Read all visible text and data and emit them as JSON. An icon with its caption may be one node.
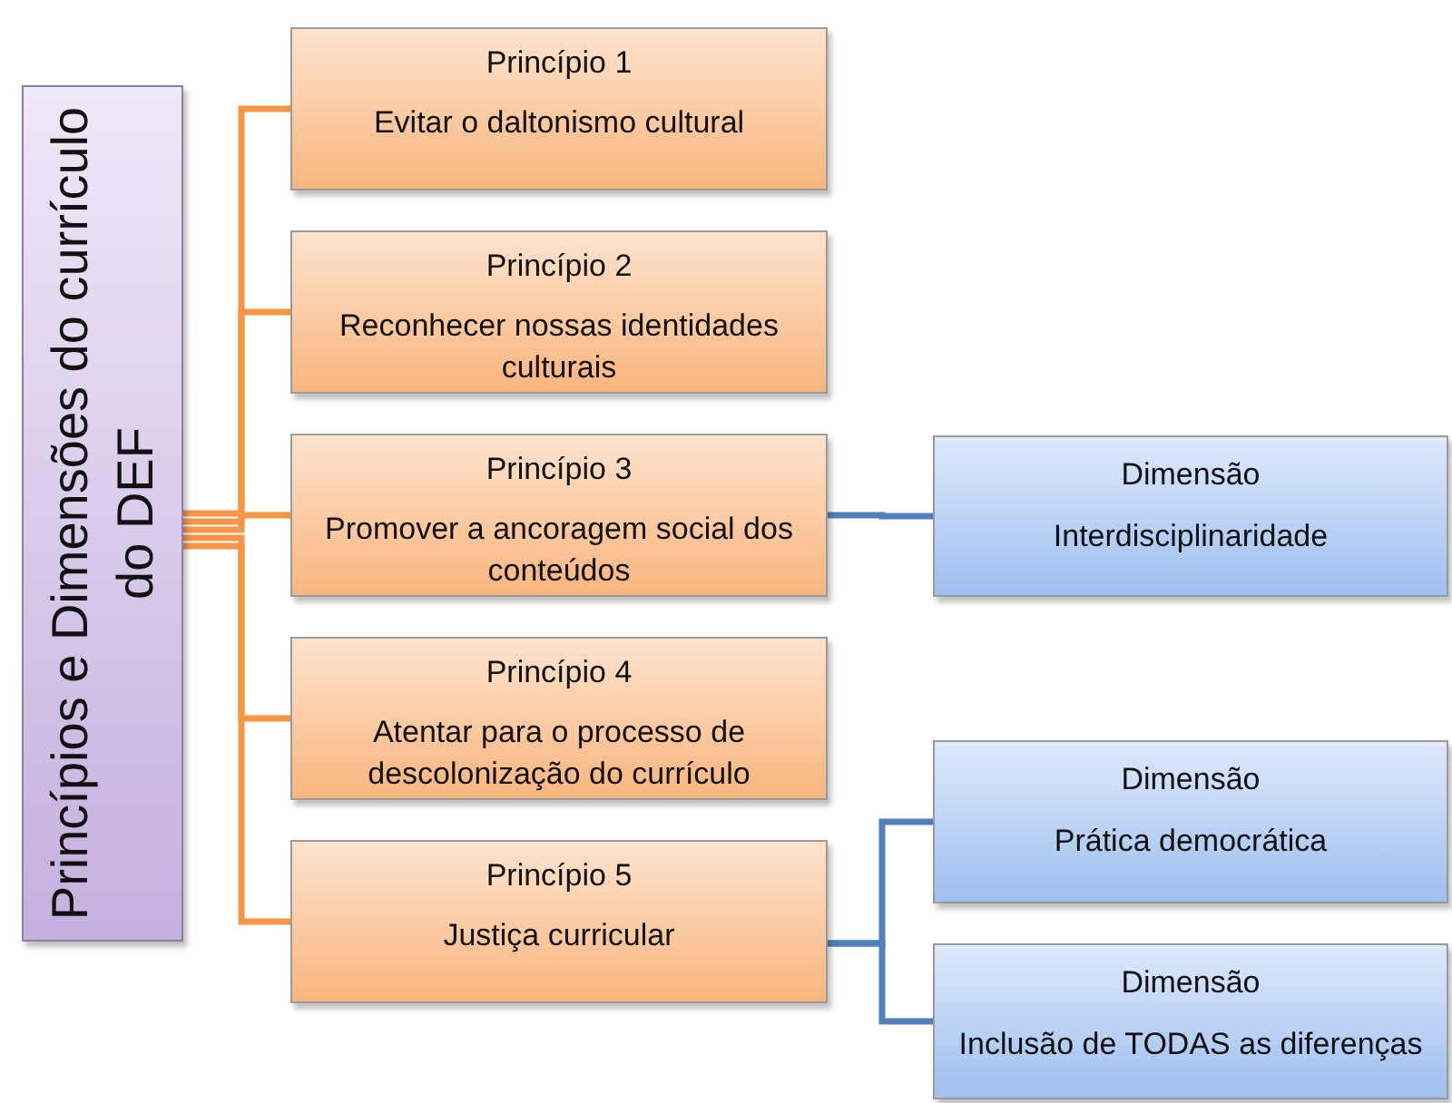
{
  "diagram": {
    "nodes": [
      {
        "text": [
          "Princípios e Dimensões do currículo do DEF"
        ]
      },
      {
        "text": [
          "Princípio 1",
          "Evitar o daltonismo cultural"
        ]
      },
      {
        "text": [
          "Princípio 2",
          "Reconhecer nossas identidades culturais"
        ]
      },
      {
        "text": [
          "Princípio 3",
          "Promover a ancoragem social dos conteúdos"
        ]
      },
      {
        "text": [
          "Princípio 4",
          "Atentar para o processo de descolonização do currículo"
        ]
      },
      {
        "text": [
          "Princípio 5",
          "Justiça curricular"
        ]
      },
      {
        "text": [
          "Dimensão",
          "Interdisciplinaridade"
        ]
      },
      {
        "text": [
          "Dimensão",
          "Prática democrática"
        ]
      },
      {
        "text": [
          "Dimensão",
          "Inclusão de TODAS as diferenças"
        ]
      }
    ],
    "edges": [
      {
        "from": 0,
        "to": 1,
        "arrow": "none"
      },
      {
        "from": 0,
        "to": 2,
        "arrow": "none"
      },
      {
        "from": 0,
        "to": 3,
        "arrow": "none"
      },
      {
        "from": 0,
        "to": 4,
        "arrow": "none"
      },
      {
        "from": 0,
        "to": 5,
        "arrow": "none"
      },
      {
        "from": 3,
        "to": 6,
        "arrow": "none",
        "color": "#4f81bd"
      },
      {
        "from": 5,
        "to": 7,
        "arrow": "none",
        "color": "#4f81bd"
      },
      {
        "from": 5,
        "to": 8,
        "arrow": "none",
        "color": "#4f81bd"
      }
    ]
  }
}
